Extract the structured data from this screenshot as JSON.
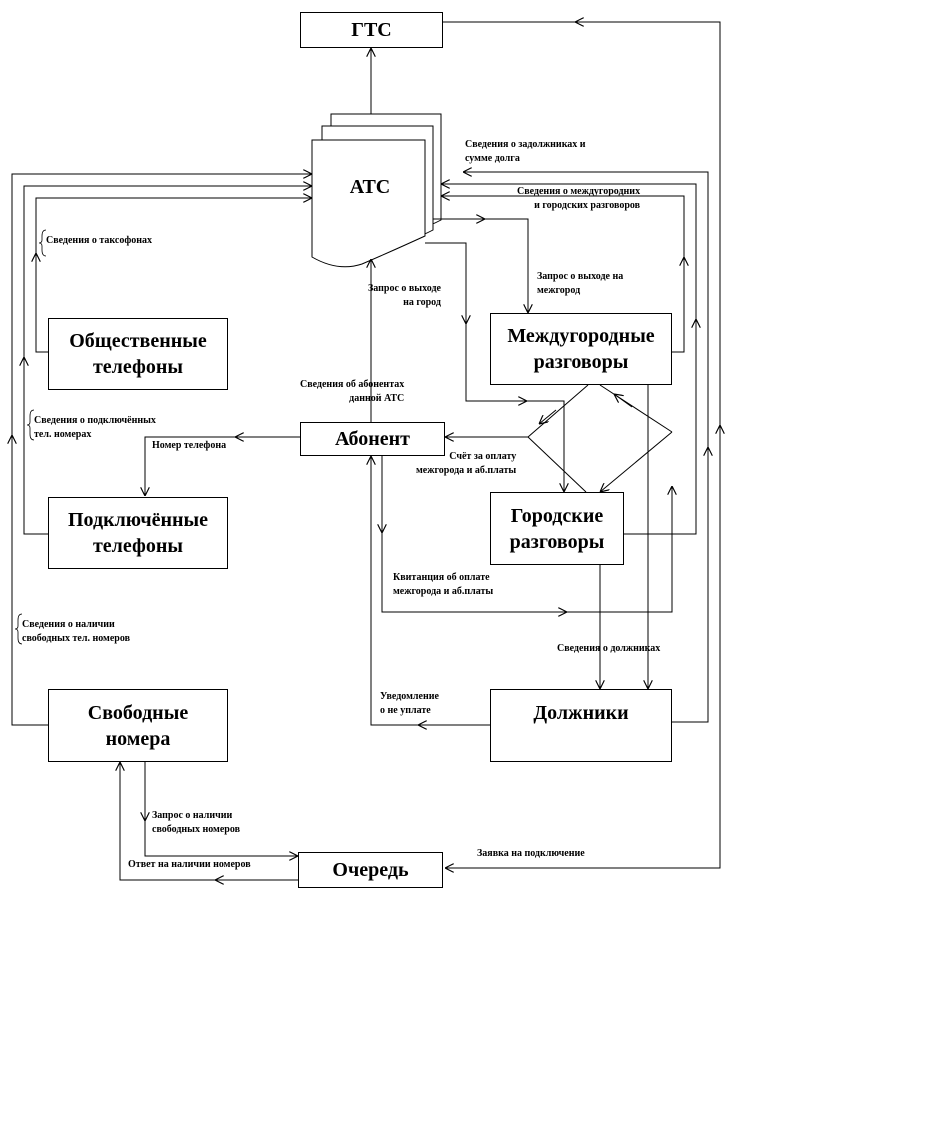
{
  "nodes": {
    "gts": "ГТС",
    "ats": "АТС",
    "public_phones": [
      "Общественные",
      "телефоны"
    ],
    "subscriber": "Абонент",
    "connected_phones": [
      "Подключённые",
      "телефоны"
    ],
    "long_distance": [
      "Междугородные",
      "разговоры"
    ],
    "city_calls": [
      "Городские",
      "разговоры"
    ],
    "free_numbers": [
      "Свободные",
      "номера"
    ],
    "debtors": "Должники",
    "queue": "Очередь"
  },
  "labels": {
    "debtors_info": [
      "Сведения о задолжниках и",
      "сумме долга"
    ],
    "calls_info": [
      "Сведения о междугородних",
      "и городских разговоров"
    ],
    "payphones_info": "Сведения о таксофонах",
    "long_distance_request": [
      "Запрос о выходе на",
      "межгород"
    ],
    "city_request": [
      "Запрос о выходе",
      "на город"
    ],
    "subscribers_info": [
      "Сведения об абонентах",
      "данной АТС"
    ],
    "connected_info": [
      "Сведения о подключённых",
      "тел. номерах"
    ],
    "phone_number": "Номер телефона",
    "payment_bill": [
      "Счёт за оплату",
      "межгорода и аб.платы"
    ],
    "payment_receipt": [
      "Квитанция об оплате",
      "межгорода и аб.платы"
    ],
    "free_numbers_info": [
      "Сведения о наличии",
      "свободных тел. номеров"
    ],
    "debtor_info": "Сведения о должниках",
    "nonpayment_notice": [
      "Уведомление",
      "о не уплате"
    ],
    "free_numbers_request": [
      "Запрос о наличии",
      "свободных номеров"
    ],
    "numbers_answer": "Ответ на наличии номеров",
    "connection_request": "Заявка на подключение"
  }
}
